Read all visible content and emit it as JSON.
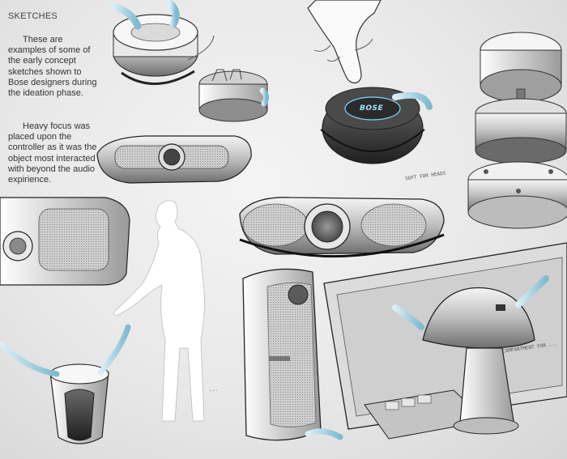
{
  "heading": "SKETCHES",
  "paragraphs": [
    "These are examples of some of the early concept sketches shown to Bose designers during the ideation phase.",
    "Heavy focus was placed upon the controller as it was the object most interacted with beyond the audio expirience."
  ],
  "controller_logo": "BOSE",
  "annotations": {
    "soft_for_heads": "SOFT FOR HEADS",
    "compartment": "COMPARTMENT FOR ...",
    "small_note": "..."
  },
  "colors": {
    "background": "#e6e6e6",
    "accent_blue": "#8fc7dc",
    "ink": "#2a2a2a",
    "glow": "#7fd6ff"
  }
}
